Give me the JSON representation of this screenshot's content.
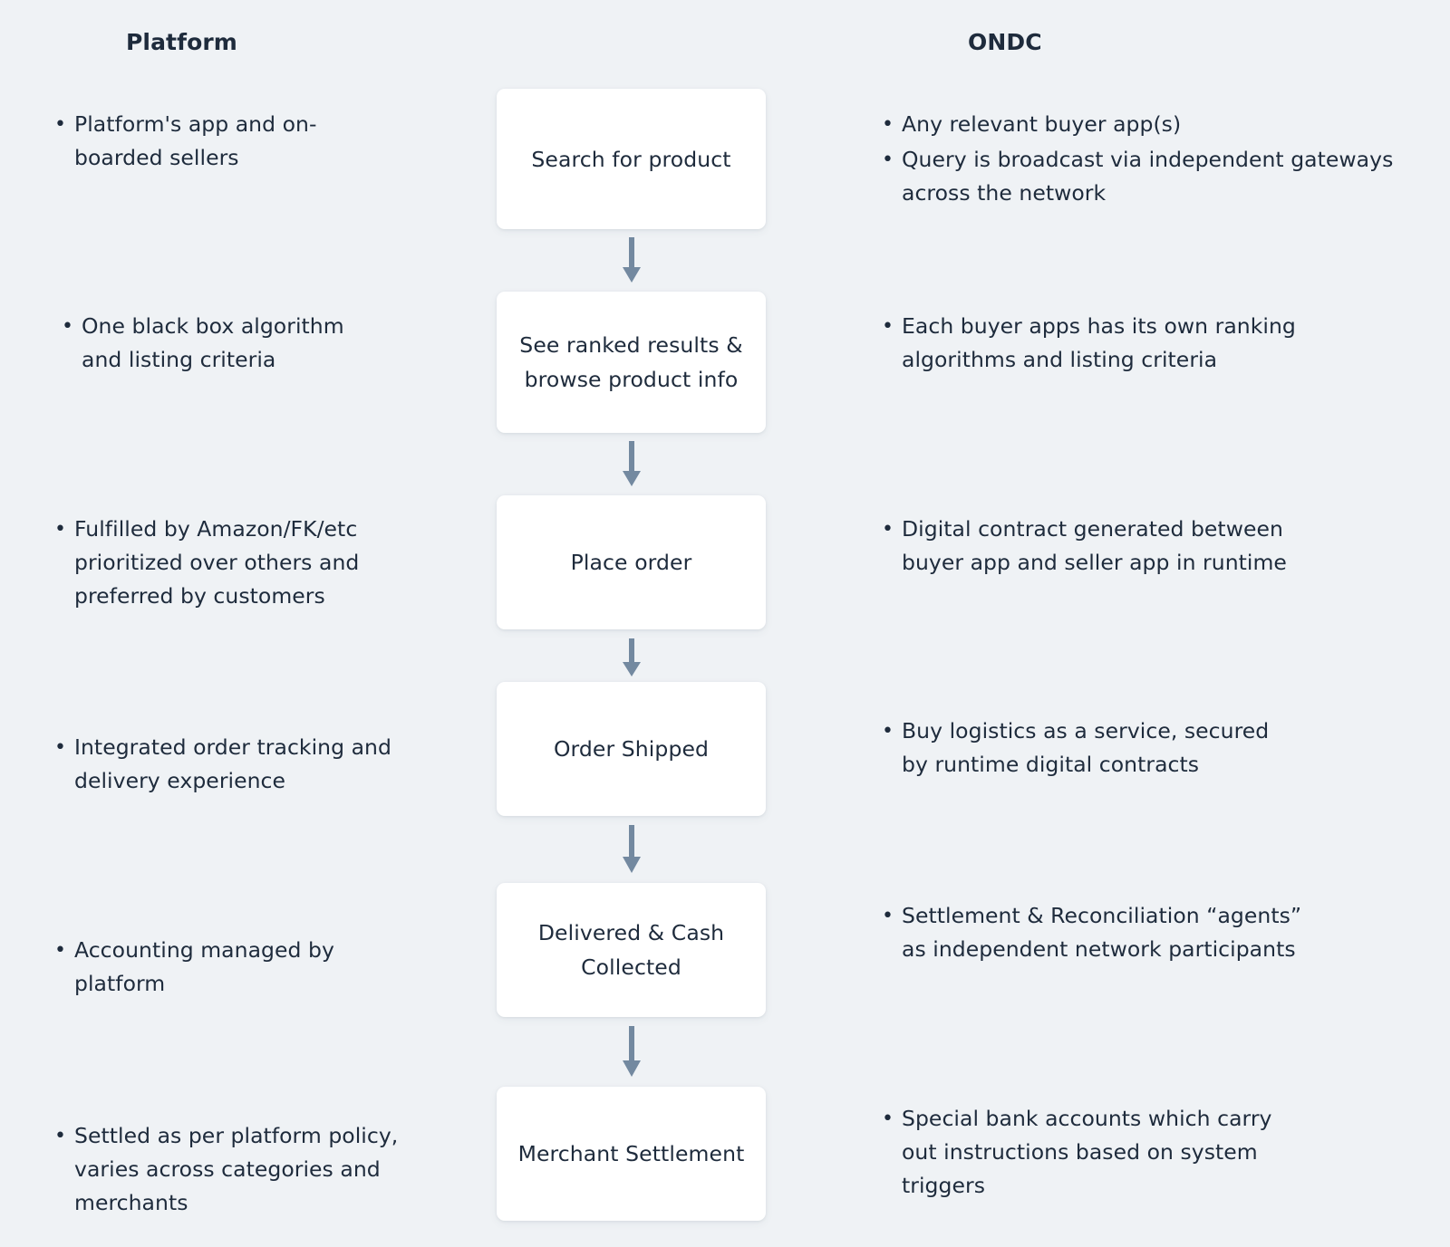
{
  "columns": {
    "left_header": "Platform",
    "right_header": "ONDC"
  },
  "colors": {
    "background": "#eff2f5",
    "box_fill": "#ffffff",
    "text": "#1e2b3c",
    "arrow": "#7389a0"
  },
  "flow": {
    "steps": [
      {
        "label": "Search for product"
      },
      {
        "label": "See ranked results & browse product info"
      },
      {
        "label": "Place order"
      },
      {
        "label": "Order Shipped"
      },
      {
        "label": "Delivered & Cash Collected"
      },
      {
        "label": "Merchant Settlement"
      }
    ],
    "arrow_icon": "arrow-down-icon"
  },
  "platform_notes": [
    {
      "text": "Platform's app and on-boarded sellers"
    },
    {
      "text": "One black box algorithm and listing criteria"
    },
    {
      "text": "Fulfilled by Amazon/FK/etc prioritized over others and preferred by customers"
    },
    {
      "text": "Integrated order tracking and delivery experience"
    },
    {
      "text": "Accounting managed by platform"
    },
    {
      "text": "Settled as per platform policy, varies across categories and merchants"
    }
  ],
  "ondc_notes": [
    {
      "text": "Any relevant  buyer app(s)"
    },
    {
      "text": "Query is broadcast via independent gateways across the network"
    },
    {
      "text": "Each buyer apps has its own ranking algorithms and listing criteria"
    },
    {
      "text": "Digital contract generated between buyer app and seller app in runtime"
    },
    {
      "text": "Buy logistics as a service, secured by runtime digital contracts"
    },
    {
      "text": "Settlement & Reconciliation “agents” as independent network participants"
    },
    {
      "text": "Special bank accounts which carry out instructions based on system triggers"
    }
  ]
}
